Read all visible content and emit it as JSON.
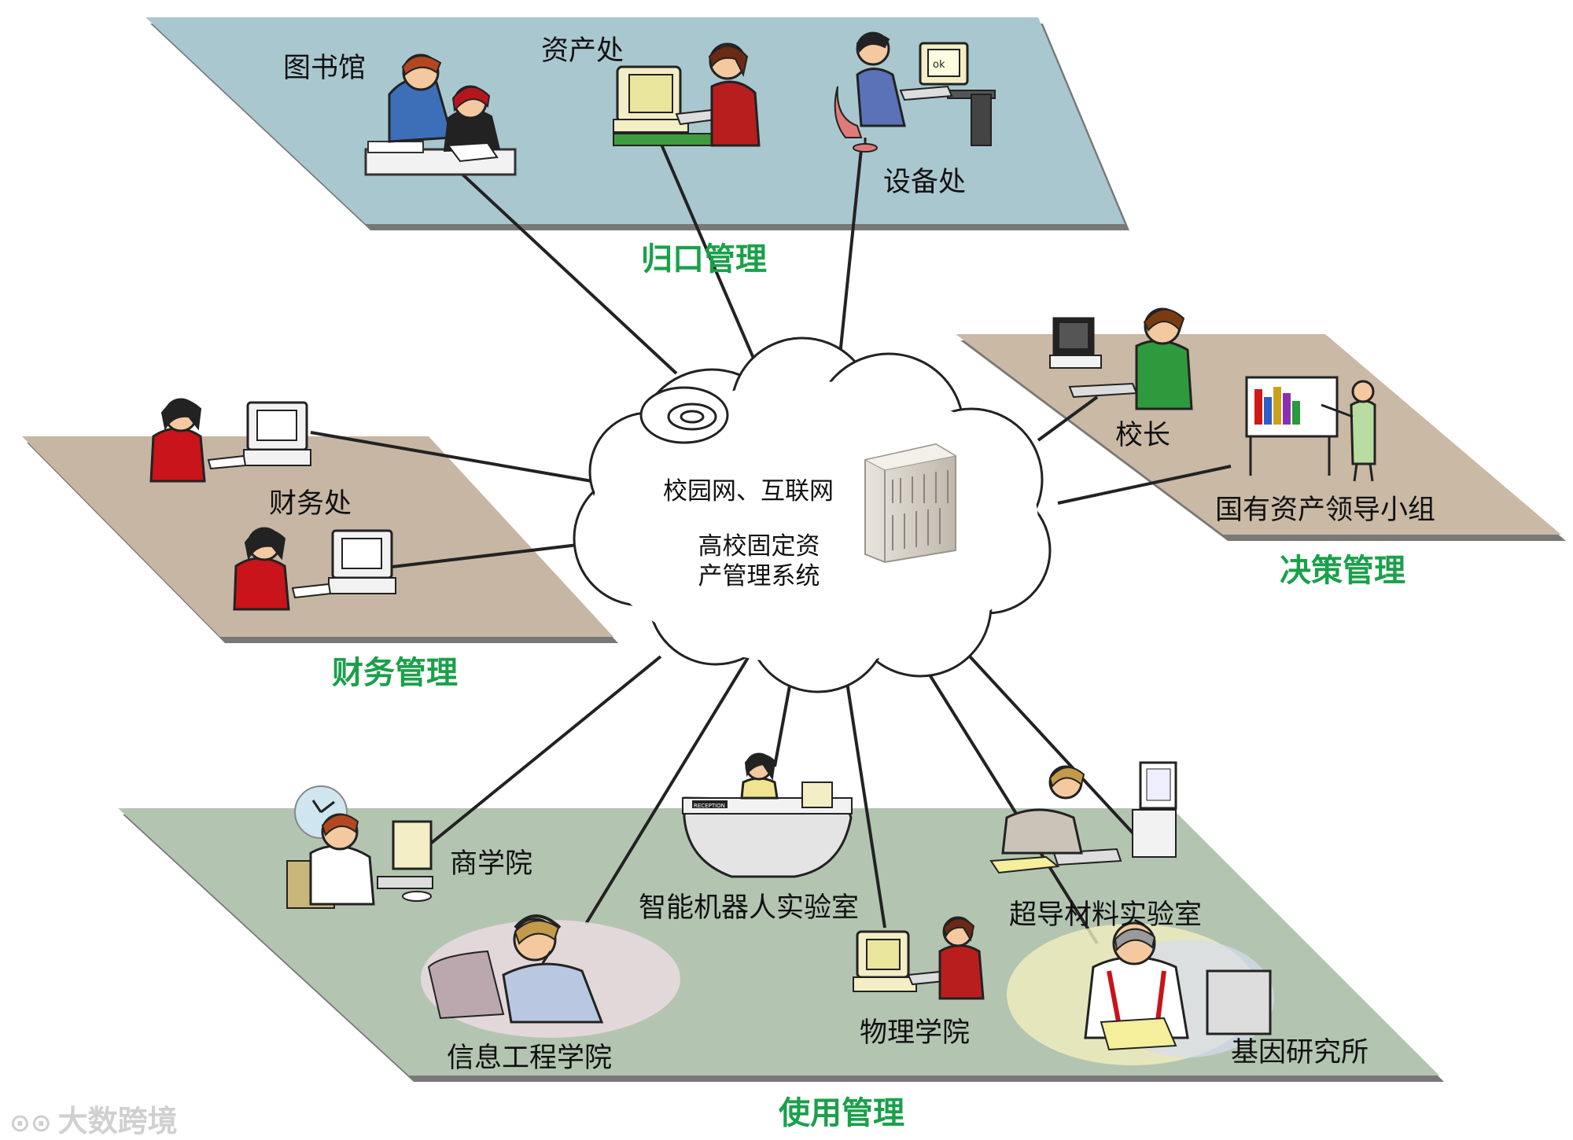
{
  "sections": {
    "top": "归口管理",
    "left": "财务管理",
    "right": "决策管理",
    "bottom": "使用管理"
  },
  "center": {
    "network_label": "校园网、互联网",
    "system_label": "高校固定资产管理系统"
  },
  "nodes": {
    "library": "图书馆",
    "asset_office": "资产处",
    "equipment_office": "设备处",
    "finance_office": "财务处",
    "president": "校长",
    "state_asset_group": "国有资产领导小组",
    "business_school": "商学院",
    "robot_lab": "智能机器人实验室",
    "superconductor_lab": "超导材料实验室",
    "info_eng_school": "信息工程学院",
    "physics_school": "物理学院",
    "gene_institute": "基因研究所"
  },
  "watermark": "大数跨境",
  "colors": {
    "top_platform": "#a9c7cf",
    "left_platform": "#c6b6a3",
    "right_platform": "#c9b9a5",
    "bottom_platform": "#b3c5b1",
    "section_label": "#1aa04a",
    "connector": "#222222"
  }
}
